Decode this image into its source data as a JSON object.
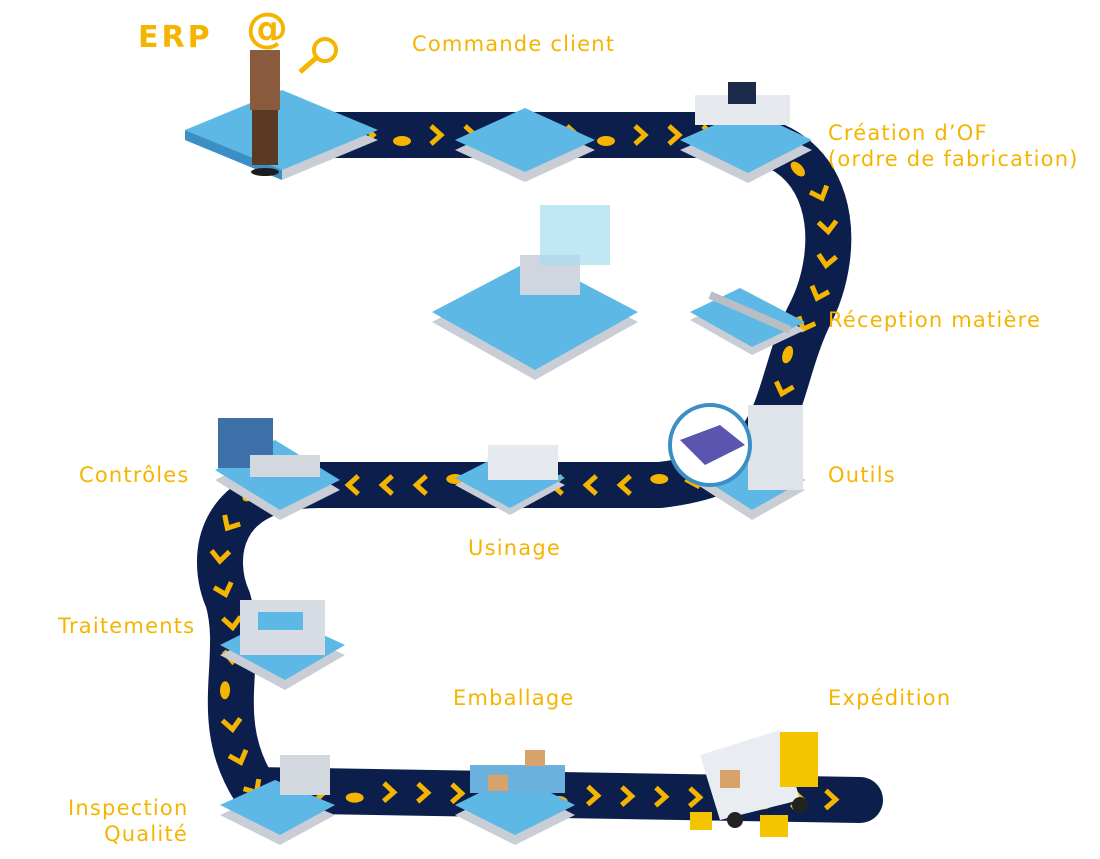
{
  "erp_label": "ERP",
  "at_symbol": "@",
  "steps": {
    "commande_client": "Commande client",
    "creation_of_line1": "Création d’OF",
    "creation_of_line2": "(ordre de fabrication)",
    "reception_matiere": "Réception matière",
    "outils": "Outils",
    "usinage": "Usinage",
    "controles": "Contrôles",
    "traitements": "Traitements",
    "emballage": "Emballage",
    "expedition": "Expédition",
    "inspection_line1": "Inspection",
    "inspection_line2": "Qualité"
  },
  "colors": {
    "road": "#0c1f4c",
    "accent": "#f5b400",
    "tile_top": "#5eb8e6",
    "tile_side": "#3b8fc4",
    "tile_base": "#c9ced6"
  },
  "icons": [
    "magnifier-icon",
    "at-sign-icon",
    "footprint-icon",
    "chevron-icon",
    "truck-icon",
    "forklift-icon"
  ]
}
